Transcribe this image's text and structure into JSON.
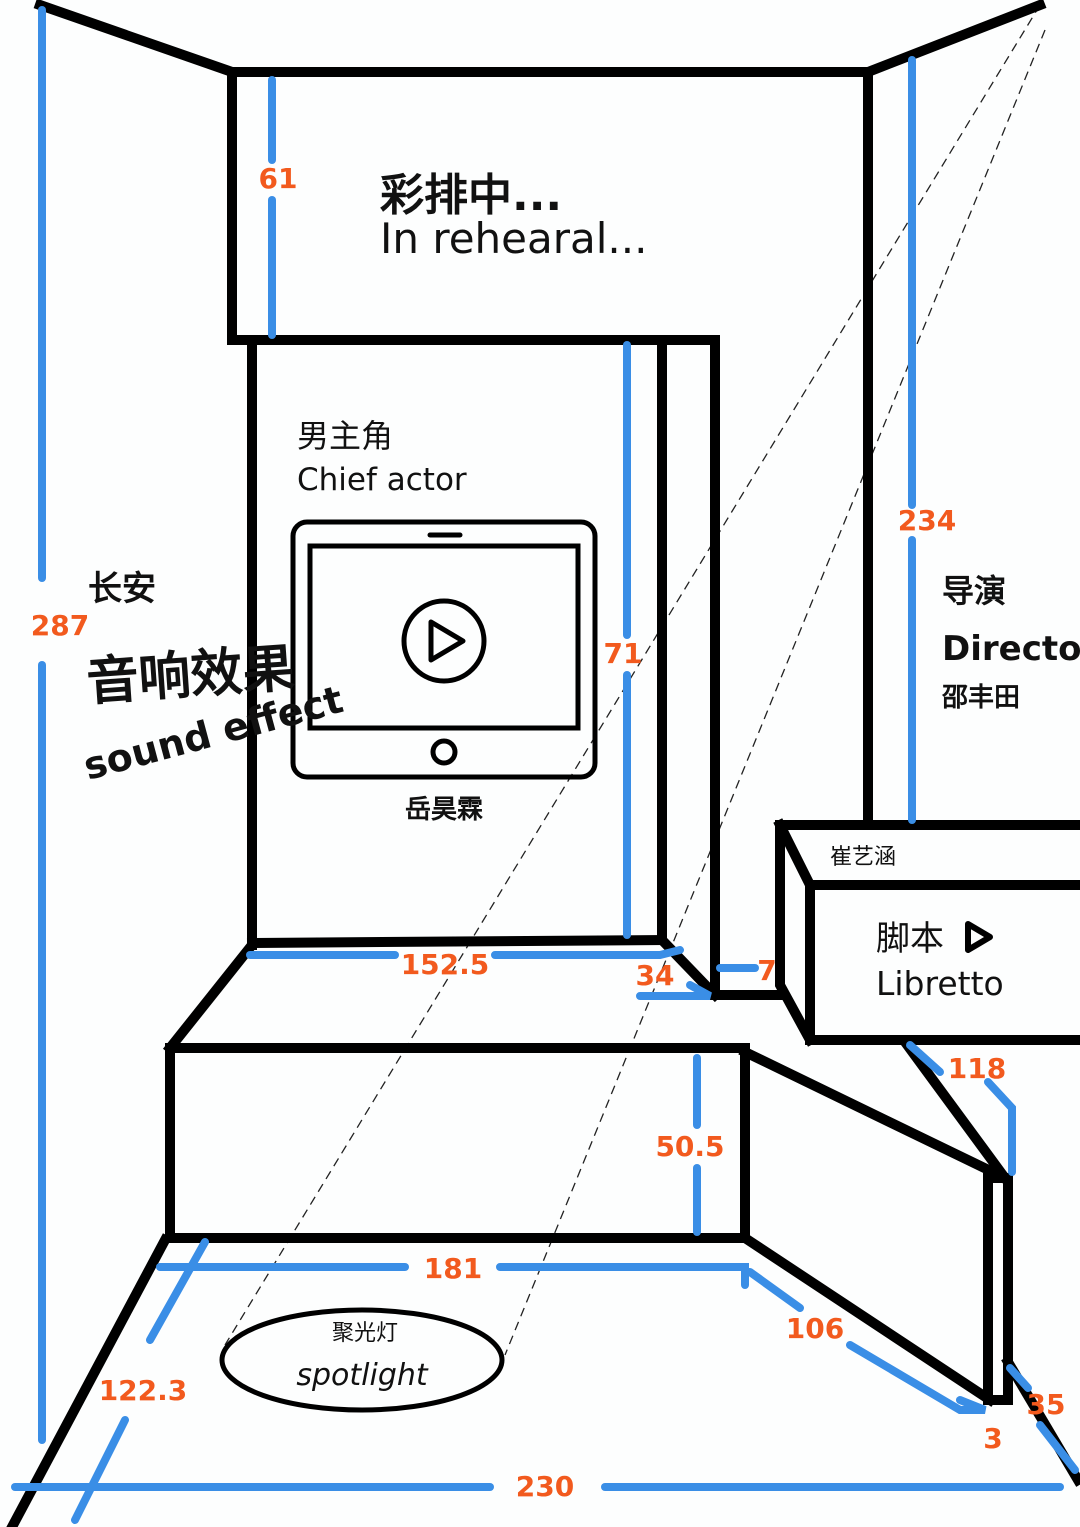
{
  "colors": {
    "outline": "#000000",
    "dimension_line": "#3a8ee6",
    "dimension_text": "#f25a1e"
  },
  "header": {
    "zh": "彩排中...",
    "en": "In rehearal..."
  },
  "actor": {
    "zh": "男主角",
    "en": "Chief actor",
    "name": "岳昊霖",
    "icon": "tablet-play-icon"
  },
  "sound": {
    "name": "长安",
    "zh": "音响效果",
    "en": "sound effect"
  },
  "director": {
    "zh": "导演",
    "en": "Director",
    "name": "邵丰田"
  },
  "libretto": {
    "name": "崔艺涵",
    "zh": "脚本",
    "en": "Libretto",
    "icon": "play-triangle-icon"
  },
  "spotlight": {
    "zh": "聚光灯",
    "en": "spotlight"
  },
  "dimensions": {
    "d61": "61",
    "d287": "287",
    "d71": "71",
    "d234": "234",
    "d152": "152.5",
    "d34": "34",
    "d7": "7",
    "d50": "50.5",
    "d181": "181",
    "d106": "106",
    "d118": "118",
    "d122": "122.3",
    "d230": "230",
    "d35": "35",
    "d3": "3"
  }
}
